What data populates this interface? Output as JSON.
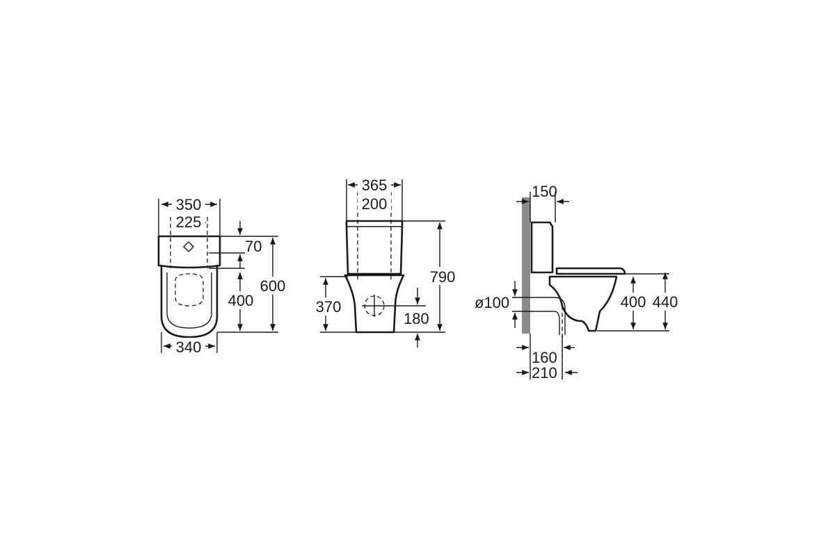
{
  "colors": {
    "ink": "#1a1a1a",
    "background": "#ffffff",
    "wall": "#8a8a8a"
  },
  "top_view": {
    "width_outer": "350",
    "width_holes": "225",
    "tank_depth": "70",
    "pan_to_holes": "400",
    "total_depth": "600",
    "base_width": "340"
  },
  "front_view": {
    "tank_width": "365",
    "tank_holes": "200",
    "total_height": "790",
    "seat_height": "370",
    "outlet_height": "180"
  },
  "side_view": {
    "wall_gap": "150",
    "outlet_diameter": "ø100",
    "rim_height": "400",
    "seat_height": "440",
    "outlet_offset": "160",
    "depth_to_outlet": "210"
  }
}
